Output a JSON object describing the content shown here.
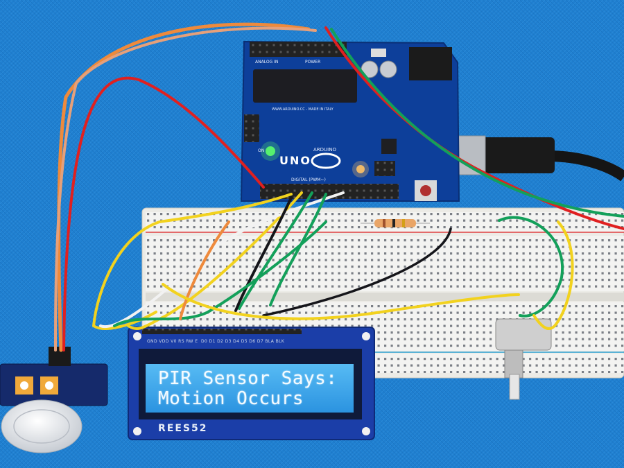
{
  "lcd": {
    "line1": "PIR Sensor Says:",
    "line2": "Motion Occurs",
    "brand": "REES52",
    "pin_labels": "GND VDD V0 RS RW E  D0 D1 D2 D3 D4 D5 D6 D7 BLA BLK"
  },
  "arduino": {
    "logo": "UNO",
    "brand": "ARDUINO",
    "analog_label": "ANALOG IN",
    "power_label": "POWER",
    "digital_label": "DIGITAL (PWM~)",
    "url_label": "WWW.ARDUINO.CC - MADE IN ITALY",
    "on_label": "ON"
  },
  "colors": {
    "background": "#1f7fd0",
    "board": "#0d3f9a",
    "lcd_backlight": "#3aa8ee",
    "wire_red": "#e02020",
    "wire_orange": "#ee8a3c",
    "wire_yellow": "#f2d21e",
    "wire_green": "#13a05a",
    "wire_white": "#f2f2f2",
    "wire_black": "#15151a"
  }
}
